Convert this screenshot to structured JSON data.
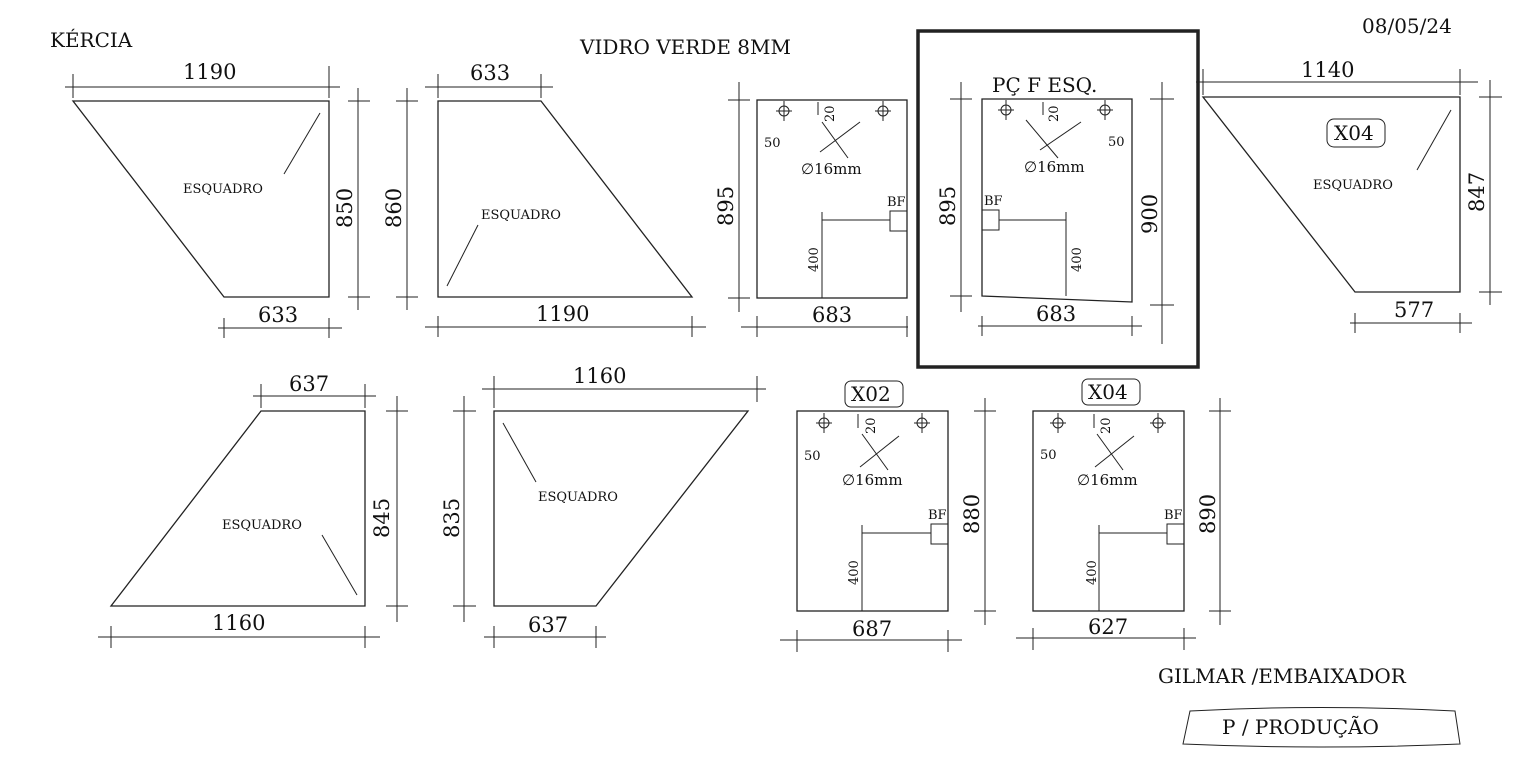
{
  "header": {
    "client": "KÉRCIA",
    "material": "VIDRO VERDE 8MM",
    "date": "08/05/24"
  },
  "footer": {
    "installer": "GILMAR /EMBAIXADOR",
    "status": "P / PRODUÇÃO"
  },
  "pieces": {
    "p1": {
      "top": "1190",
      "bottom": "633",
      "right": "850",
      "note": "ESQUADRO"
    },
    "p2": {
      "top": "633",
      "bottom": "1190",
      "left": "860",
      "note": "ESQUADRO"
    },
    "p3": {
      "bottom": "683",
      "left": "895",
      "gap": "20",
      "edge": "50",
      "hole": "∅16mm",
      "bf": "BF",
      "handle": "400"
    },
    "p4": {
      "title": "PÇ F ESQ.",
      "bottom": "683",
      "left": "895",
      "right": "900",
      "gap": "20",
      "edge": "50",
      "hole": "∅16mm",
      "bf": "BF",
      "handle": "400"
    },
    "p5": {
      "top": "1140",
      "bottom": "577",
      "right": "847",
      "note": "ESQUADRO",
      "tag": "X04"
    },
    "p6": {
      "top": "637",
      "bottom": "1160",
      "right": "845",
      "note": "ESQUADRO"
    },
    "p7": {
      "top": "1160",
      "bottom": "637",
      "left": "835",
      "note": "ESQUADRO"
    },
    "p8": {
      "tag": "X02",
      "bottom": "687",
      "right": "880",
      "gap": "20",
      "edge": "50",
      "hole": "∅16mm",
      "bf": "BF",
      "handle": "400"
    },
    "p9": {
      "tag": "X04",
      "bottom": "627",
      "right": "890",
      "gap": "20",
      "edge": "50",
      "hole": "∅16mm",
      "bf": "BF",
      "handle": "400"
    }
  }
}
